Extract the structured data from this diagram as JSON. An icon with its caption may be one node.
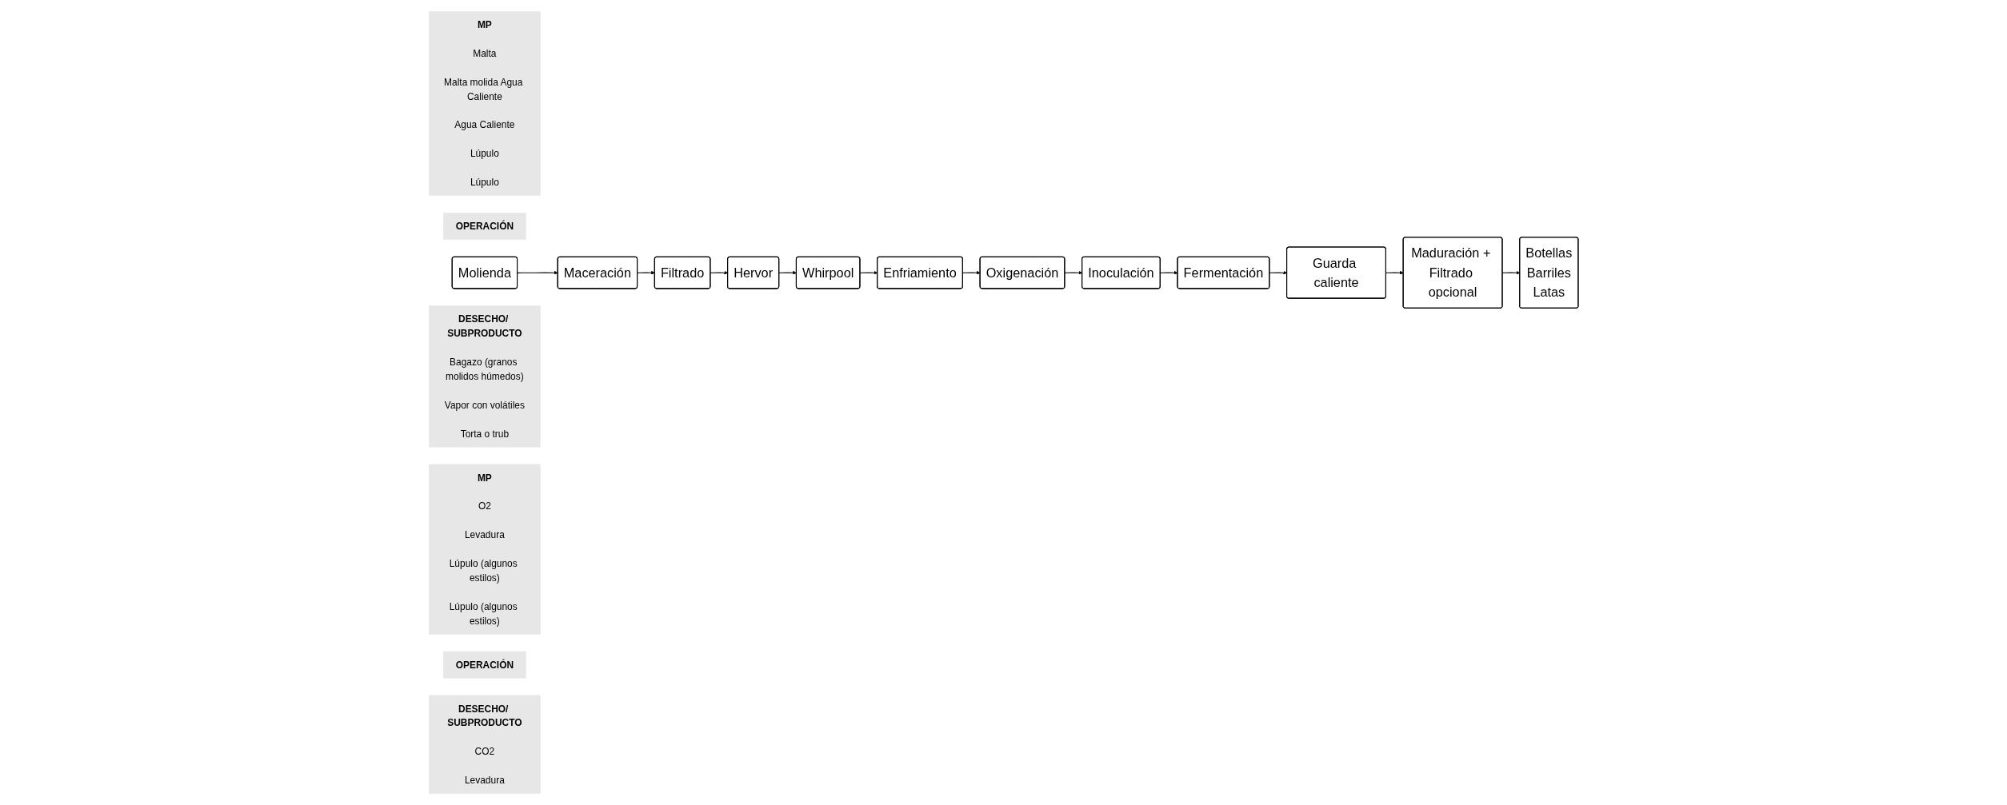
{
  "diagram": {
    "nodes": [
      {
        "text": [
          "MP",
          "Malta",
          "Malta molida Agua Caliente",
          "Agua Caliente",
          "Lúpulo",
          "Lúpulo"
        ]
      },
      {
        "text": [
          "OPERACIÓN"
        ]
      },
      {
        "text": [
          "Molienda"
        ]
      },
      {
        "text": [
          "Maceración"
        ]
      },
      {
        "text": [
          "Filtrado"
        ]
      },
      {
        "text": [
          "Hervor"
        ]
      },
      {
        "text": [
          "Whirpool"
        ]
      },
      {
        "text": [
          "Enfriamiento"
        ]
      },
      {
        "text": [
          "DESECHO/ SUBPRODUCTO",
          "Bagazo (granos molidos húmedos)",
          "Vapor con volátiles",
          "Torta o trub"
        ]
      },
      {
        "text": [
          "MP",
          "O2",
          "Levadura",
          "Lúpulo (algunos estilos)",
          "Lúpulo (algunos estilos)"
        ]
      },
      {
        "text": [
          "OPERACIÓN"
        ]
      },
      {
        "text": [
          "Oxigenación"
        ]
      },
      {
        "text": [
          "Inoculación"
        ]
      },
      {
        "text": [
          "Fermentación"
        ]
      },
      {
        "text": [
          "Guarda caliente"
        ]
      },
      {
        "text": [
          "Maduración + Filtrado opcional"
        ]
      },
      {
        "text": [
          "DESECHO/ SUBPRODUCTO",
          "CO2",
          "Levadura"
        ]
      },
      {
        "text": [
          "Botellas",
          "Barriles",
          "Latas"
        ]
      }
    ],
    "edges": [
      {
        "from": 2,
        "to": 3,
        "arrow": "to"
      },
      {
        "from": 3,
        "to": 4,
        "arrow": "to"
      },
      {
        "from": 4,
        "to": 5,
        "arrow": "to"
      },
      {
        "from": 5,
        "to": 6,
        "arrow": "to"
      },
      {
        "from": 6,
        "to": 7,
        "arrow": "to"
      },
      {
        "from": 7,
        "to": 11,
        "arrow": "to"
      },
      {
        "from": 11,
        "to": 12,
        "arrow": "to"
      },
      {
        "from": 12,
        "to": 13,
        "arrow": "to"
      },
      {
        "from": 13,
        "to": 14,
        "arrow": "to"
      },
      {
        "from": 14,
        "to": 15,
        "arrow": "to"
      },
      {
        "from": 15,
        "to": 17,
        "arrow": "to"
      }
    ]
  }
}
